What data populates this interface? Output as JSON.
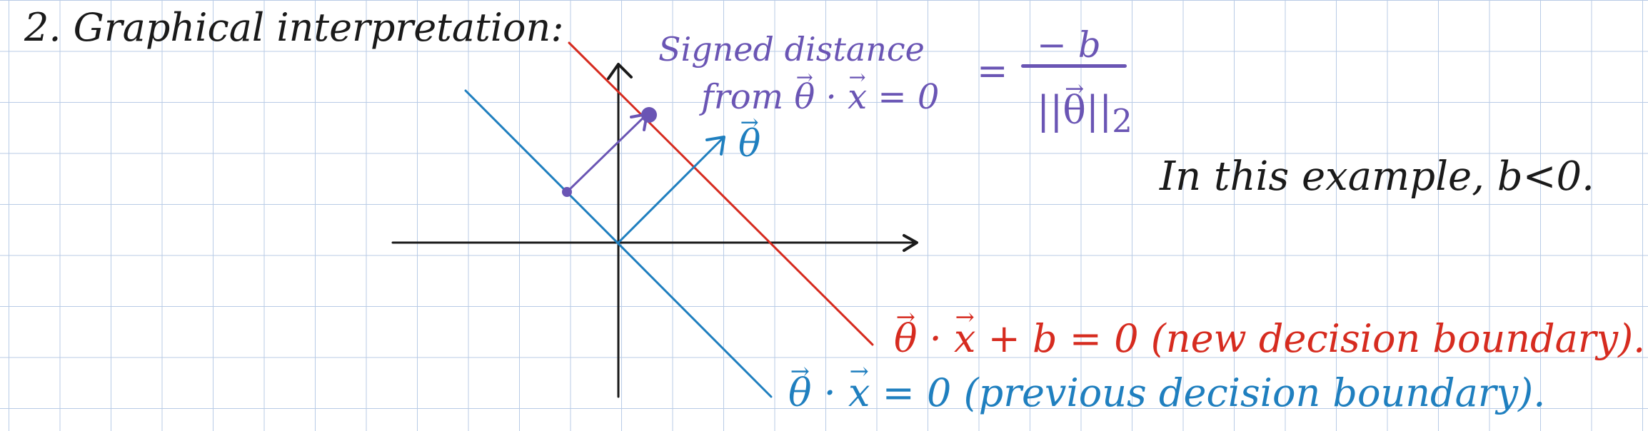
{
  "heading": "2. Graphical interpretation:",
  "signed_distance": {
    "line1": "Signed distance",
    "line2_prefix": "from ",
    "line2_theta": "θ",
    "line2_dot": " · ",
    "line2_x": "x",
    "line2_suffix": " = 0",
    "equals": "=",
    "numerator": "− b",
    "denominator_left": "||",
    "denominator_theta": "θ",
    "denominator_right": "||",
    "denominator_sub": "2"
  },
  "theta_label": "θ",
  "example_note": "In this example, b<0.",
  "new_boundary": {
    "theta": "θ",
    "dot": " · ",
    "x": "x",
    "rest": " + b = 0",
    "caption": "  (new decision boundary)."
  },
  "prev_boundary": {
    "theta": "θ",
    "dot": " · ",
    "x": "x",
    "rest": " = 0",
    "caption": "  (previous decision boundary)."
  },
  "colors": {
    "ink": "#1a1a1a",
    "red": "#d62b1f",
    "blue": "#1f7fbf",
    "purple": "#6a55b4",
    "grid": "#b8cbe6"
  }
}
